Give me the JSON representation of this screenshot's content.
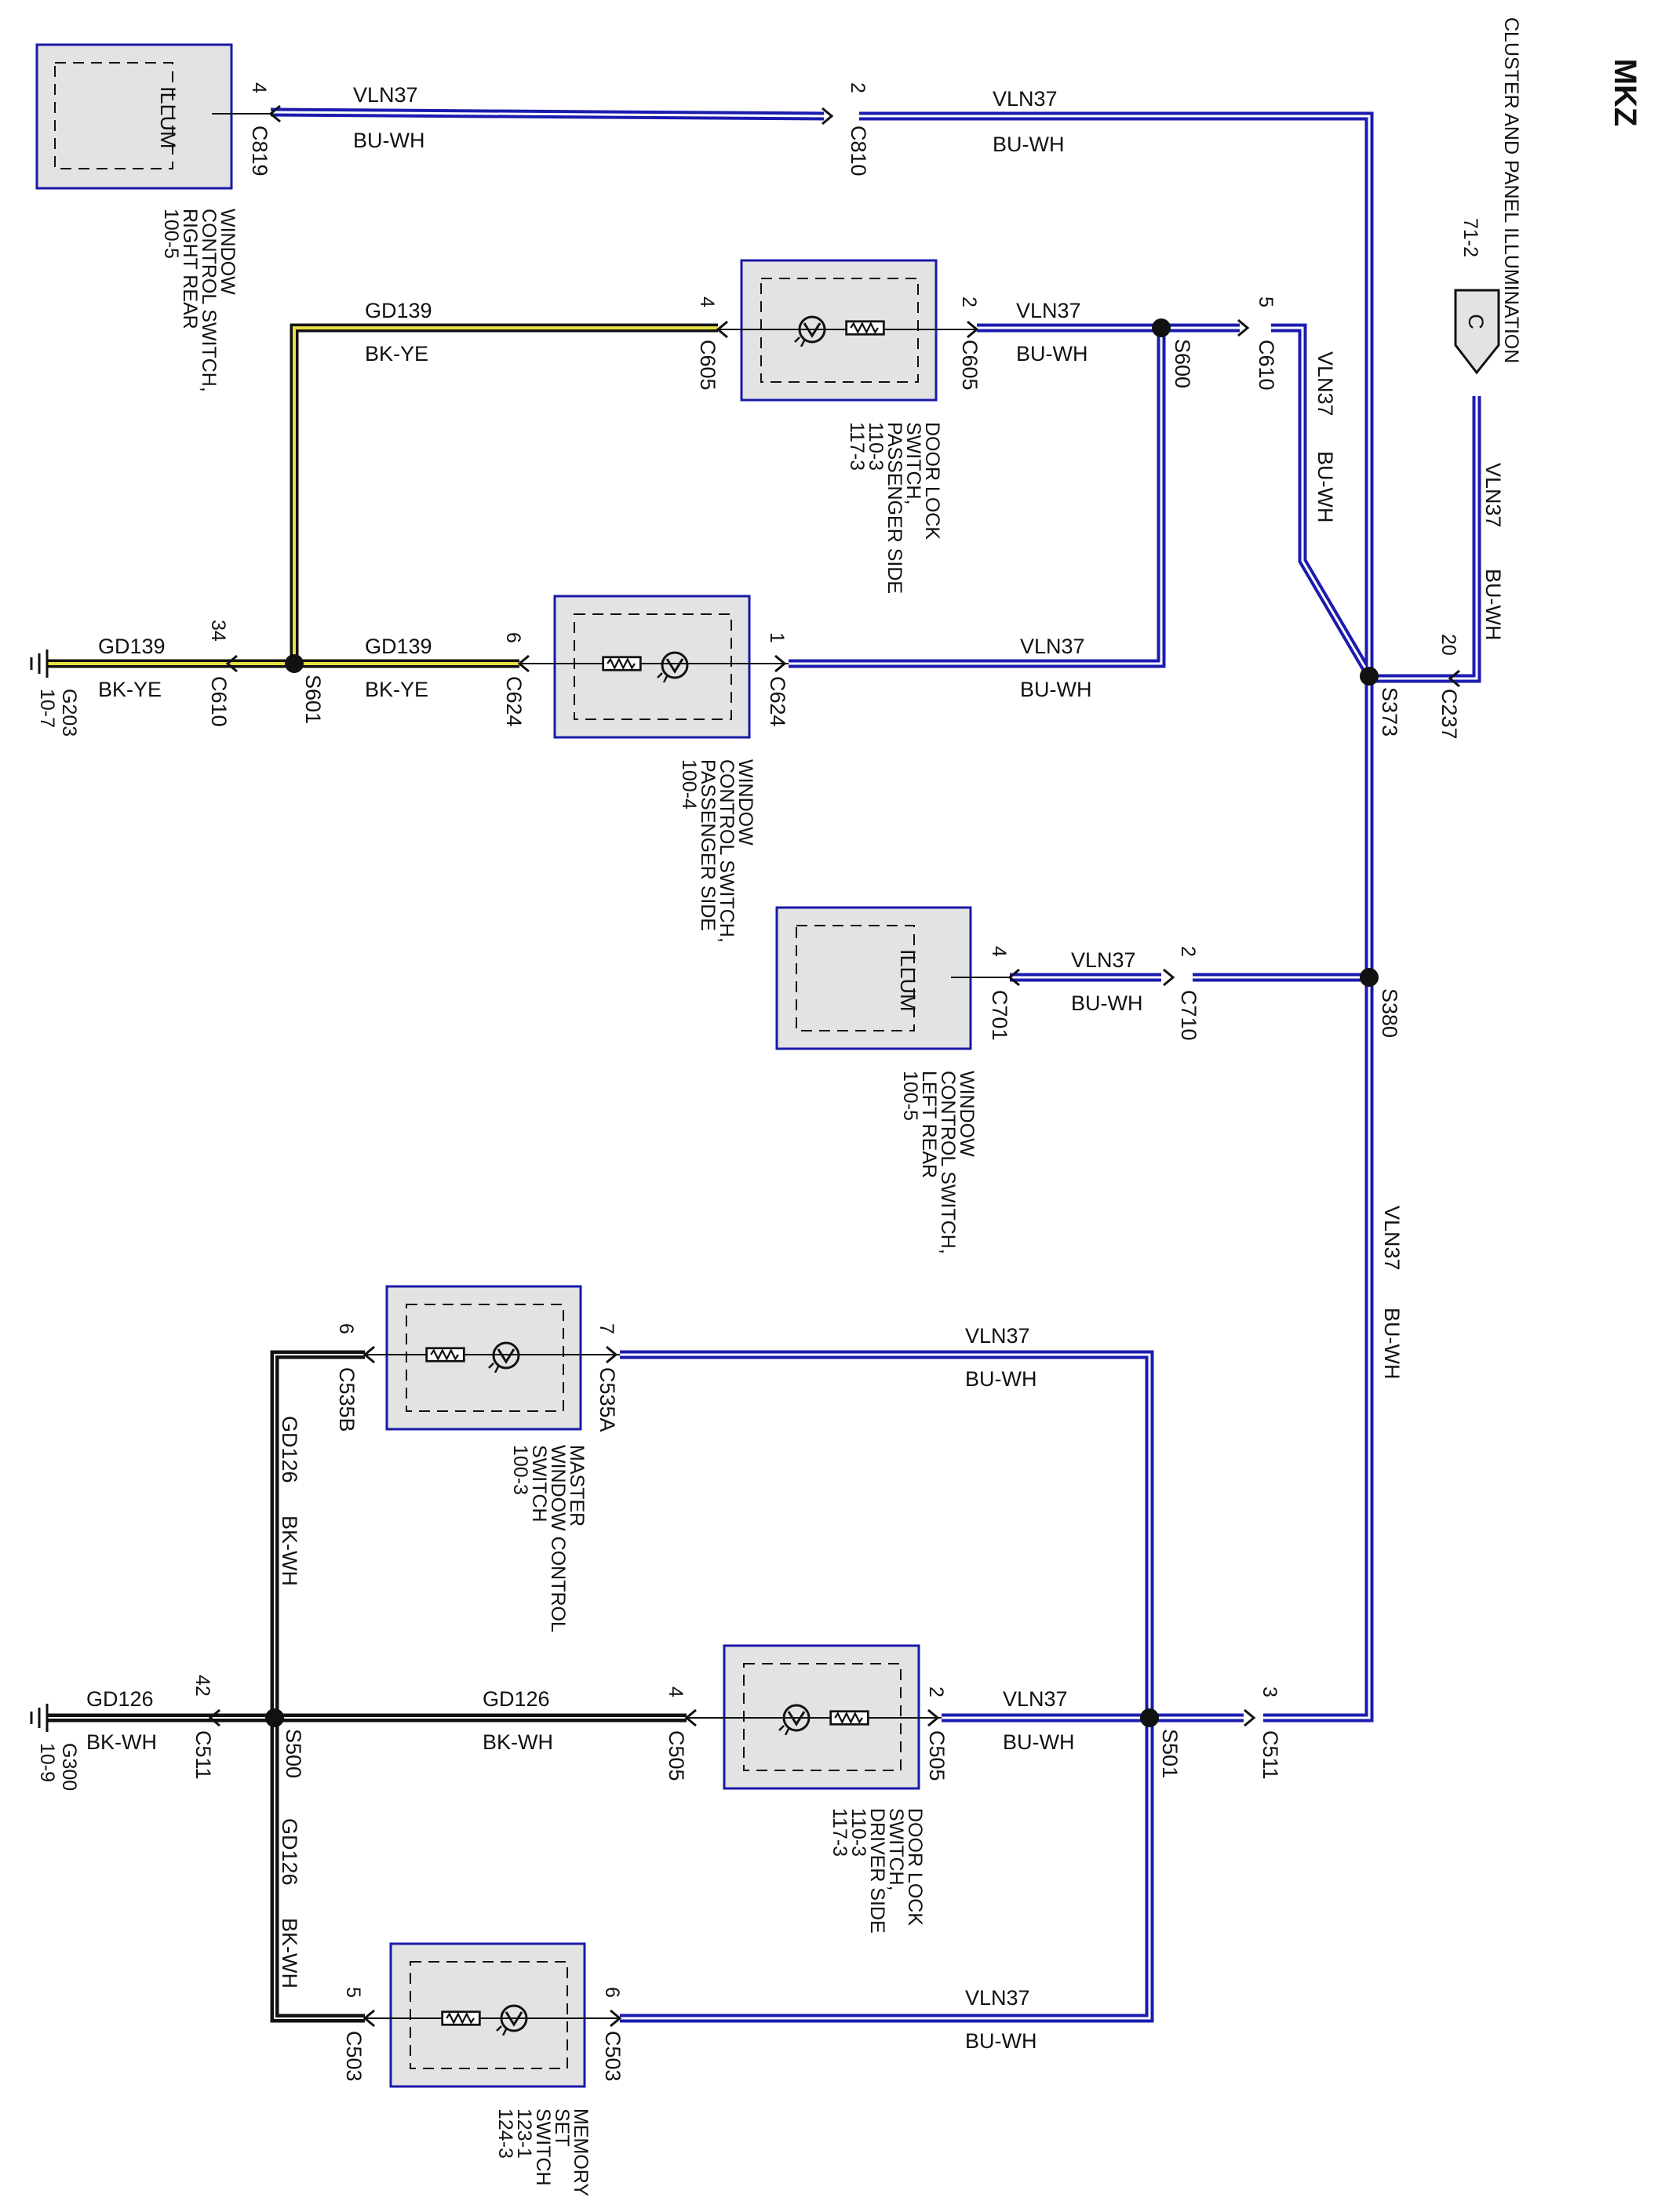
{
  "title": "MKZ",
  "subtitle": "CLUSTER AND PANEL ILLUMINATION",
  "colors": {
    "blue_wire": "#1b1bb0",
    "blue_wire_core": "#ffffff",
    "yellow_wire_core": "#e8e040",
    "black_wire": "#111111",
    "component_fill": "#e3e3e3",
    "component_border": "#1a1aa8"
  },
  "source": {
    "label": "C",
    "ref": "71-2"
  },
  "components": {
    "wcs_rr": {
      "inner": "ILLUM",
      "lines": [
        "WINDOW",
        "CONTROL SWITCH,",
        "RIGHT REAR",
        "100-5"
      ]
    },
    "dls_ps": {
      "lines": [
        "DOOR LOCK",
        "SWITCH,",
        "PASSENGER SIDE",
        "110-3",
        "117-3"
      ]
    },
    "wcs_ps": {
      "lines": [
        "WINDOW",
        "CONTROL SWITCH,",
        "PASSENGER SIDE",
        "100-4"
      ]
    },
    "wcs_lr": {
      "inner": "ILLUM",
      "lines": [
        "WINDOW",
        "CONTROL SWITCH,",
        "LEFT REAR",
        "100-5"
      ]
    },
    "mwcs": {
      "lines": [
        "MASTER",
        "WINDOW CONTROL",
        "SWITCH",
        "100-3"
      ]
    },
    "dls_ds": {
      "lines": [
        "DOOR LOCK",
        "SWITCH,",
        "DRIVER SIDE",
        "110-3",
        "117-3"
      ]
    },
    "mss": {
      "lines": [
        "MEMORY",
        "SET",
        "SWITCH",
        "123-1",
        "124-3"
      ]
    }
  },
  "grounds": {
    "g203": {
      "name": "G203",
      "ref": "10-7"
    },
    "g300": {
      "name": "G300",
      "ref": "10-9"
    }
  },
  "splices": [
    "S600",
    "S373",
    "S601",
    "S380",
    "S500",
    "S501"
  ],
  "connectors": [
    {
      "id": "c819",
      "pin": "4",
      "name": "C819"
    },
    {
      "id": "c810",
      "pin": "2",
      "name": "C810"
    },
    {
      "id": "c605a",
      "pin": "4",
      "name": "C605"
    },
    {
      "id": "c605b",
      "pin": "2",
      "name": "C605"
    },
    {
      "id": "c610a",
      "pin": "5",
      "name": "C610"
    },
    {
      "id": "c237",
      "pin": "20",
      "name": "C237"
    },
    {
      "id": "c610b",
      "pin": "34",
      "name": "C610"
    },
    {
      "id": "c624a",
      "pin": "6",
      "name": "C624"
    },
    {
      "id": "c624b",
      "pin": "1",
      "name": "C624"
    },
    {
      "id": "c701",
      "pin": "4",
      "name": "C701"
    },
    {
      "id": "c710",
      "pin": "2",
      "name": "C710"
    },
    {
      "id": "c535b",
      "pin": "6",
      "name": "C535B"
    },
    {
      "id": "c535a",
      "pin": "7",
      "name": "C535A"
    },
    {
      "id": "c511a",
      "pin": "42",
      "name": "C511"
    },
    {
      "id": "c505a",
      "pin": "4",
      "name": "C505"
    },
    {
      "id": "c505b",
      "pin": "2",
      "name": "C505"
    },
    {
      "id": "c511b",
      "pin": "3",
      "name": "C511"
    },
    {
      "id": "c503a",
      "pin": "5",
      "name": "C503"
    },
    {
      "id": "c503b",
      "pin": "6",
      "name": "C503"
    }
  ],
  "wires": [
    {
      "id": "w1",
      "circuit": "VLN37",
      "color": "BU-WH"
    },
    {
      "id": "w2",
      "circuit": "VLN37",
      "color": "BU-WH"
    },
    {
      "id": "w3",
      "circuit": "GD139",
      "color": "BK-YE"
    },
    {
      "id": "w4",
      "circuit": "VLN37",
      "color": "BU-WH"
    },
    {
      "id": "w5",
      "circuit": "VLN37",
      "color": "BU-WH"
    },
    {
      "id": "w6",
      "circuit": "VLN37",
      "color": "BU-WH"
    },
    {
      "id": "w7",
      "circuit": "GD139",
      "color": "BK-YE"
    },
    {
      "id": "w8",
      "circuit": "GD139",
      "color": "BK-YE"
    },
    {
      "id": "w9",
      "circuit": "VLN37",
      "color": "BU-WH"
    },
    {
      "id": "w10",
      "circuit": "VLN37",
      "color": "BU-WH"
    },
    {
      "id": "w11",
      "circuit": "VLN37",
      "color": "BU-WH"
    },
    {
      "id": "w12",
      "circuit": "VLN37",
      "color": "BU-WH"
    },
    {
      "id": "w13",
      "circuit": "GD126",
      "color": "BK-WH"
    },
    {
      "id": "w14",
      "circuit": "GD126",
      "color": "BK-WH"
    },
    {
      "id": "w15",
      "circuit": "GD126",
      "color": "BK-WH"
    },
    {
      "id": "w16",
      "circuit": "VLN37",
      "color": "BU-WH"
    },
    {
      "id": "w17",
      "circuit": "GD126",
      "color": "BK-WH"
    },
    {
      "id": "w18",
      "circuit": "VLN37",
      "color": "BU-WH"
    }
  ]
}
